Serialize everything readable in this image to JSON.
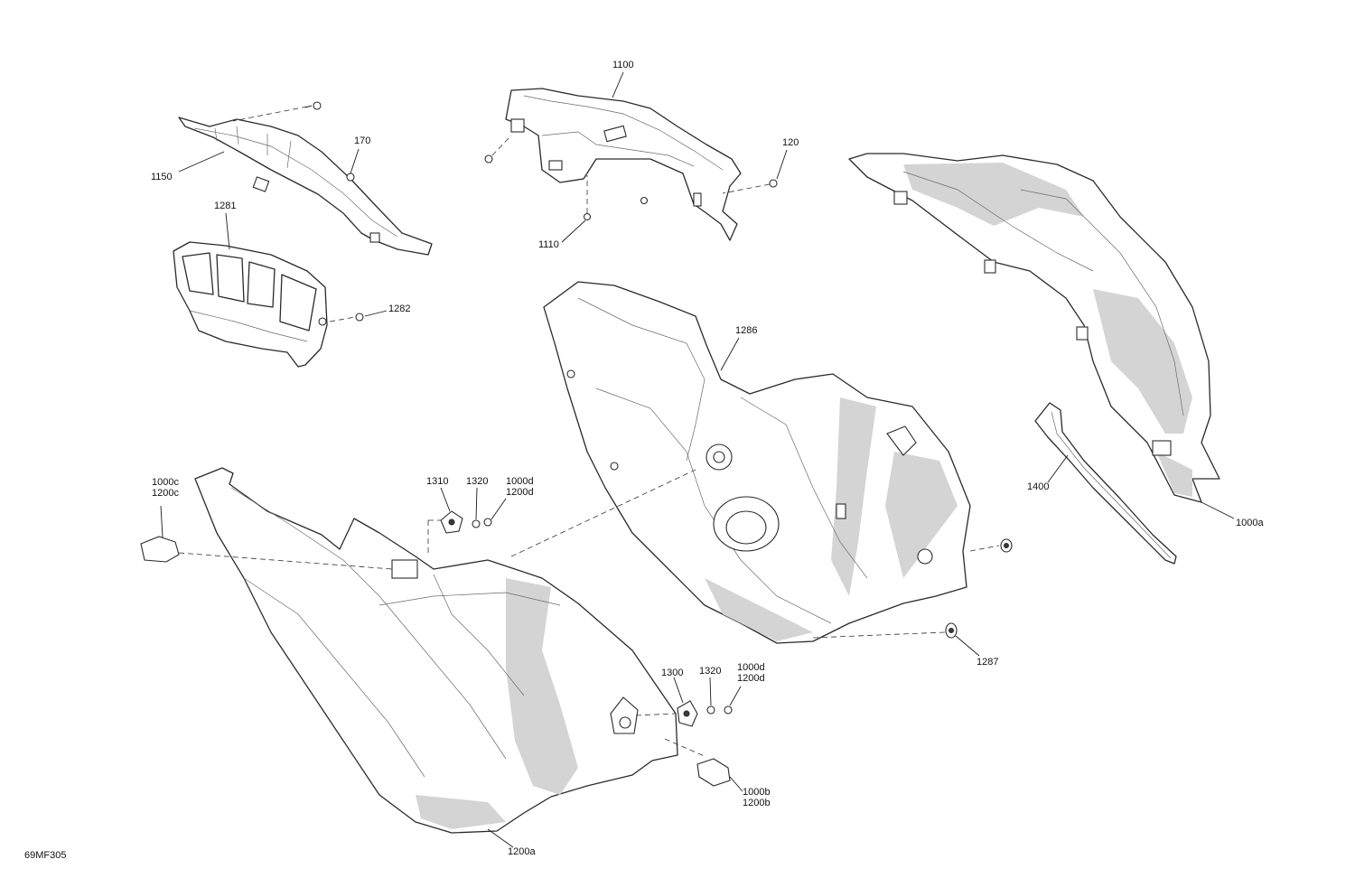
{
  "callouts": {
    "p1100": "1100",
    "p1150": "1150",
    "p170": "170",
    "p120": "120",
    "p1110": "1110",
    "p1281": "1281",
    "p1282": "1282",
    "p1286": "1286",
    "p1000a": "1000a",
    "p1400": "1400",
    "p1287": "1287",
    "p1000c": "1000c",
    "p1200c": "1200c",
    "p1310": "1310",
    "p1320_top": "1320",
    "p1000d_top": "1000d",
    "p1200d_top": "1200d",
    "p1300": "1300",
    "p1320_bottom": "1320",
    "p1000d_bottom": "1000d",
    "p1200d_bottom": "1200d",
    "p1000b": "1000b",
    "p1200b": "1200b",
    "p1200a": "1200a"
  },
  "drawing_ref": "69MF305"
}
